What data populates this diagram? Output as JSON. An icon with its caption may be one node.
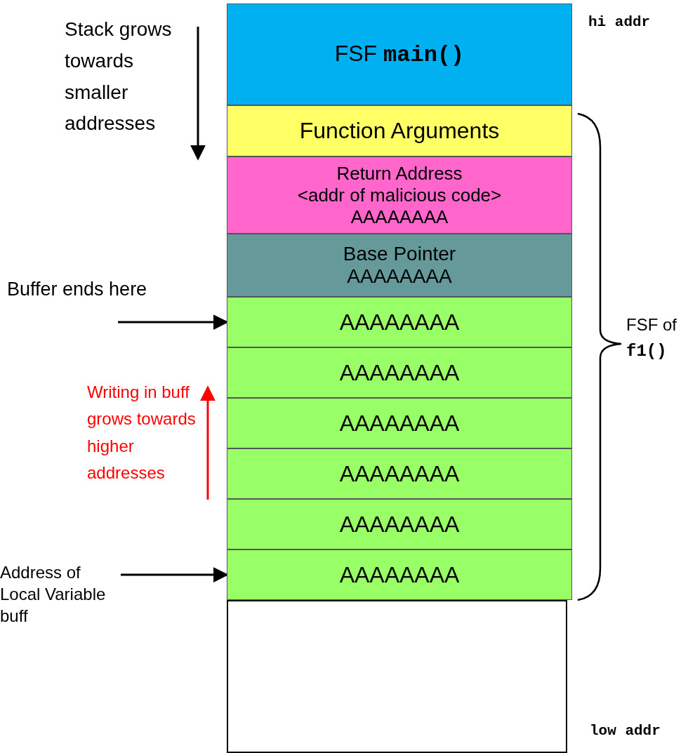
{
  "diagram": {
    "nodes": [
      {
        "text": [
          "FSF **main()**"
        ]
      },
      {
        "text": [
          "Function Arguments"
        ]
      },
      {
        "text": [
          "Return Address",
          "<addr of malicious code>",
          "AAAAAAAA"
        ]
      },
      {
        "text": [
          "Base Pointer",
          "AAAAAAAA"
        ]
      },
      {
        "text": [
          "AAAAAAAA"
        ]
      },
      {
        "text": [
          "AAAAAAAA"
        ]
      },
      {
        "text": [
          "AAAAAAAA"
        ]
      },
      {
        "text": [
          "AAAAAAAA"
        ]
      },
      {
        "text": [
          "AAAAAAAA"
        ]
      },
      {
        "text": [
          "AAAAAAAA"
        ]
      },
      {
        "text": [],
        "shape": "box"
      },
      {
        "text": [
          "Buffer ends here"
        ]
      },
      {
        "text": [
          "Address of Local Variable buff"
        ]
      }
    ],
    "edges": [
      {
        "from": 11,
        "to": 4,
        "arrow": "to"
      },
      {
        "from": 12,
        "to": 9,
        "arrow": "to"
      }
    ],
    "labels": [
      "Stack grows towards smaller addresses",
      "hi addr",
      "Writing in buff grows towards higher addresses",
      "FSF of **f1()**",
      "low addr"
    ]
  }
}
